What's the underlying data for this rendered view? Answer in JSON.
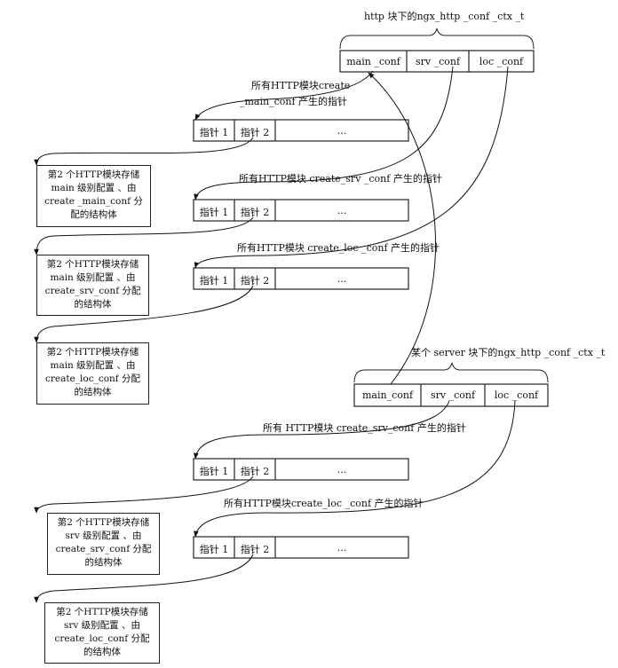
{
  "http_ctx": {
    "title": "http 块下的ngx_http _conf _ctx _t",
    "cells": [
      "main _conf",
      "srv _conf",
      "loc _conf"
    ]
  },
  "server_ctx": {
    "title": "某个 server 块下的ngx_http _conf _ctx _t",
    "cells": [
      "main_conf",
      "srv _conf",
      "loc _conf"
    ]
  },
  "pointer_arrays": {
    "cells": [
      "指针 1",
      "指针 2",
      "..."
    ]
  },
  "labels": {
    "main_conf_line1": "所有HTTP模块create",
    "main_conf_line2": "_main_conf 产生的指针",
    "srv_conf": "所有HTTP模块 create_srv _conf 产生的指针",
    "loc_conf": "所有HTTP模块 create_loc _conf 产生的指针",
    "server_srv_conf": "所有 HTTP模块 create_srv_conf 产生的指针",
    "server_loc_conf": "所有HTTP模块create_loc _conf 产生的指针"
  },
  "struct_boxes": [
    [
      "第2 个HTTP模块存储",
      "main 级别配置 、由",
      "create _main_conf 分",
      "配的结构体"
    ],
    [
      "第2 个HTTP模块存储",
      "main 级别配置 、由",
      "create_srv_conf 分配",
      "的结构体"
    ],
    [
      "第2 个HTTP模块存储",
      "main 级别配置 、由",
      "create_loc_conf 分配",
      "的结构体"
    ],
    [
      "第2 个HTTP模块存储",
      "srv 级别配置 、由",
      "create_srv_conf 分配",
      "的结构体"
    ],
    [
      "第2 个HTTP模块存储",
      "srv 级别配置 、由",
      "create_loc_conf 分配",
      "的结构体"
    ]
  ]
}
